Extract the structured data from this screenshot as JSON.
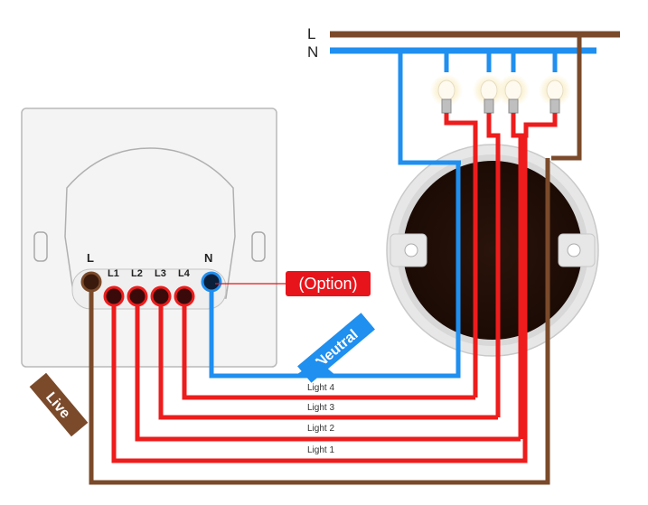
{
  "supply": {
    "live_label": "L",
    "neutral_label": "N"
  },
  "switch": {
    "terminals": [
      "L",
      "L1",
      "L2",
      "L3",
      "L4",
      "N"
    ]
  },
  "wires": {
    "light1": "Light 1",
    "light2": "Light 2",
    "light3": "Light 3",
    "light4": "Light 4",
    "neutral": "Neutral",
    "live": "Live"
  },
  "option_label": "(Option)",
  "colors": {
    "live": "#7b4a2a",
    "neutral": "#1f8ff0",
    "switched": "#ee1c1c",
    "option": "#e8141b"
  }
}
